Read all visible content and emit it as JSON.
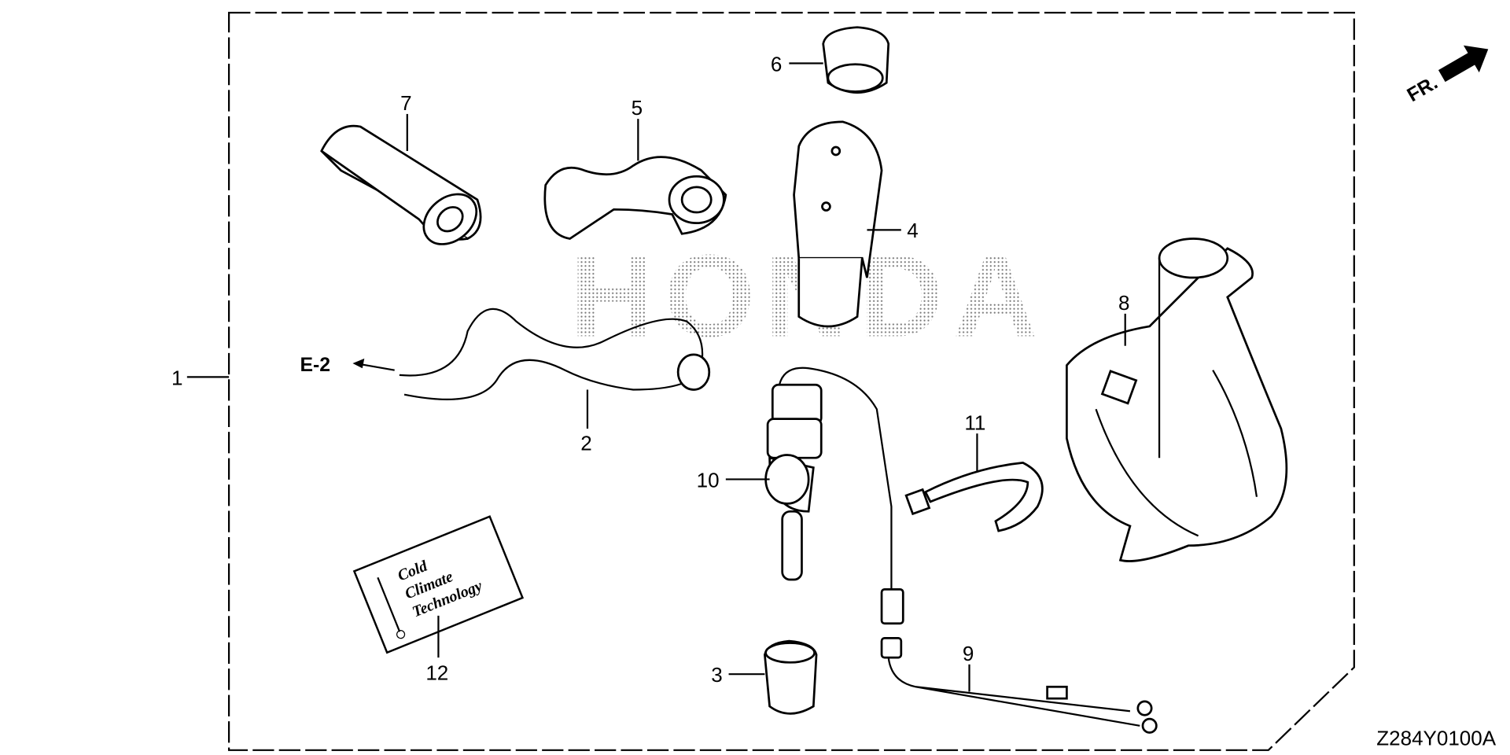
{
  "diagram": {
    "code": "Z284Y0100A",
    "front_indicator": "FR.",
    "reference": "E-2",
    "watermark": "HONDA",
    "decal_text": [
      "Cold",
      "Climate",
      "Technology"
    ],
    "callouts": [
      "1",
      "2",
      "3",
      "4",
      "5",
      "6",
      "7",
      "8",
      "9",
      "10",
      "11",
      "12"
    ]
  }
}
